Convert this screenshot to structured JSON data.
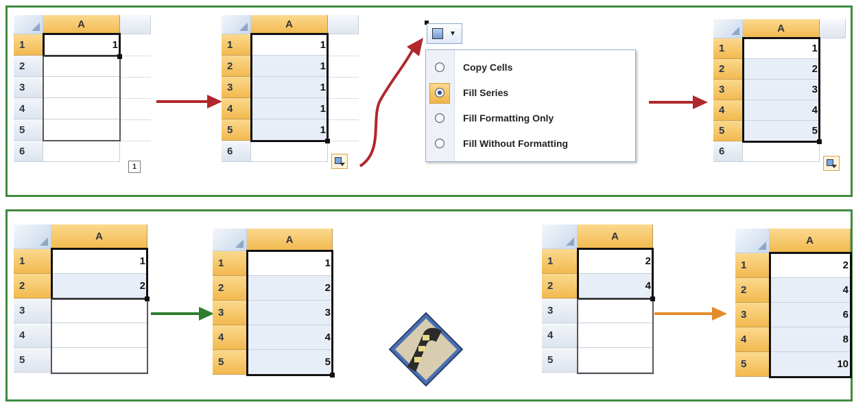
{
  "column_header": "A",
  "top": {
    "step1": {
      "rows": [
        "1",
        "2",
        "3",
        "4",
        "5",
        "6"
      ],
      "values": [
        "1",
        "",
        "",
        "",
        "",
        ""
      ],
      "badge": "1"
    },
    "step2": {
      "rows": [
        "1",
        "2",
        "3",
        "4",
        "5",
        "6"
      ],
      "values": [
        "1",
        "1",
        "1",
        "1",
        "1",
        ""
      ]
    },
    "menu": {
      "options": [
        {
          "label": "Copy Cells",
          "selected": false
        },
        {
          "label": "Fill Series",
          "selected": true
        },
        {
          "label": "Fill Formatting Only",
          "selected": false
        },
        {
          "label": "Fill Without Formatting",
          "selected": false
        }
      ]
    },
    "step3": {
      "rows": [
        "1",
        "2",
        "3",
        "4",
        "5",
        "6"
      ],
      "values": [
        "1",
        "2",
        "3",
        "4",
        "5",
        ""
      ]
    }
  },
  "bottom": {
    "ex1_before": {
      "rows": [
        "1",
        "2",
        "3",
        "4",
        "5"
      ],
      "values": [
        "1",
        "2",
        "",
        "",
        ""
      ]
    },
    "ex1_after": {
      "rows": [
        "1",
        "2",
        "3",
        "4",
        "5"
      ],
      "values": [
        "1",
        "2",
        "3",
        "4",
        "5"
      ]
    },
    "ex2_before": {
      "rows": [
        "1",
        "2",
        "3",
        "4",
        "5"
      ],
      "values": [
        "2",
        "4",
        "",
        "",
        ""
      ]
    },
    "ex2_after": {
      "rows": [
        "1",
        "2",
        "3",
        "4",
        "5"
      ],
      "values": [
        "2",
        "4",
        "6",
        "8",
        "10"
      ]
    }
  },
  "colors": {
    "panel_border": "#3f8a3f",
    "arrow_red": "#b0282b",
    "arrow_green": "#2e7d32",
    "arrow_orange": "#e58b2a",
    "header_orange": "#f2b94f"
  },
  "icons": [
    "auto-fill-options-icon",
    "film-reel-icon",
    "radio-button-icon"
  ]
}
